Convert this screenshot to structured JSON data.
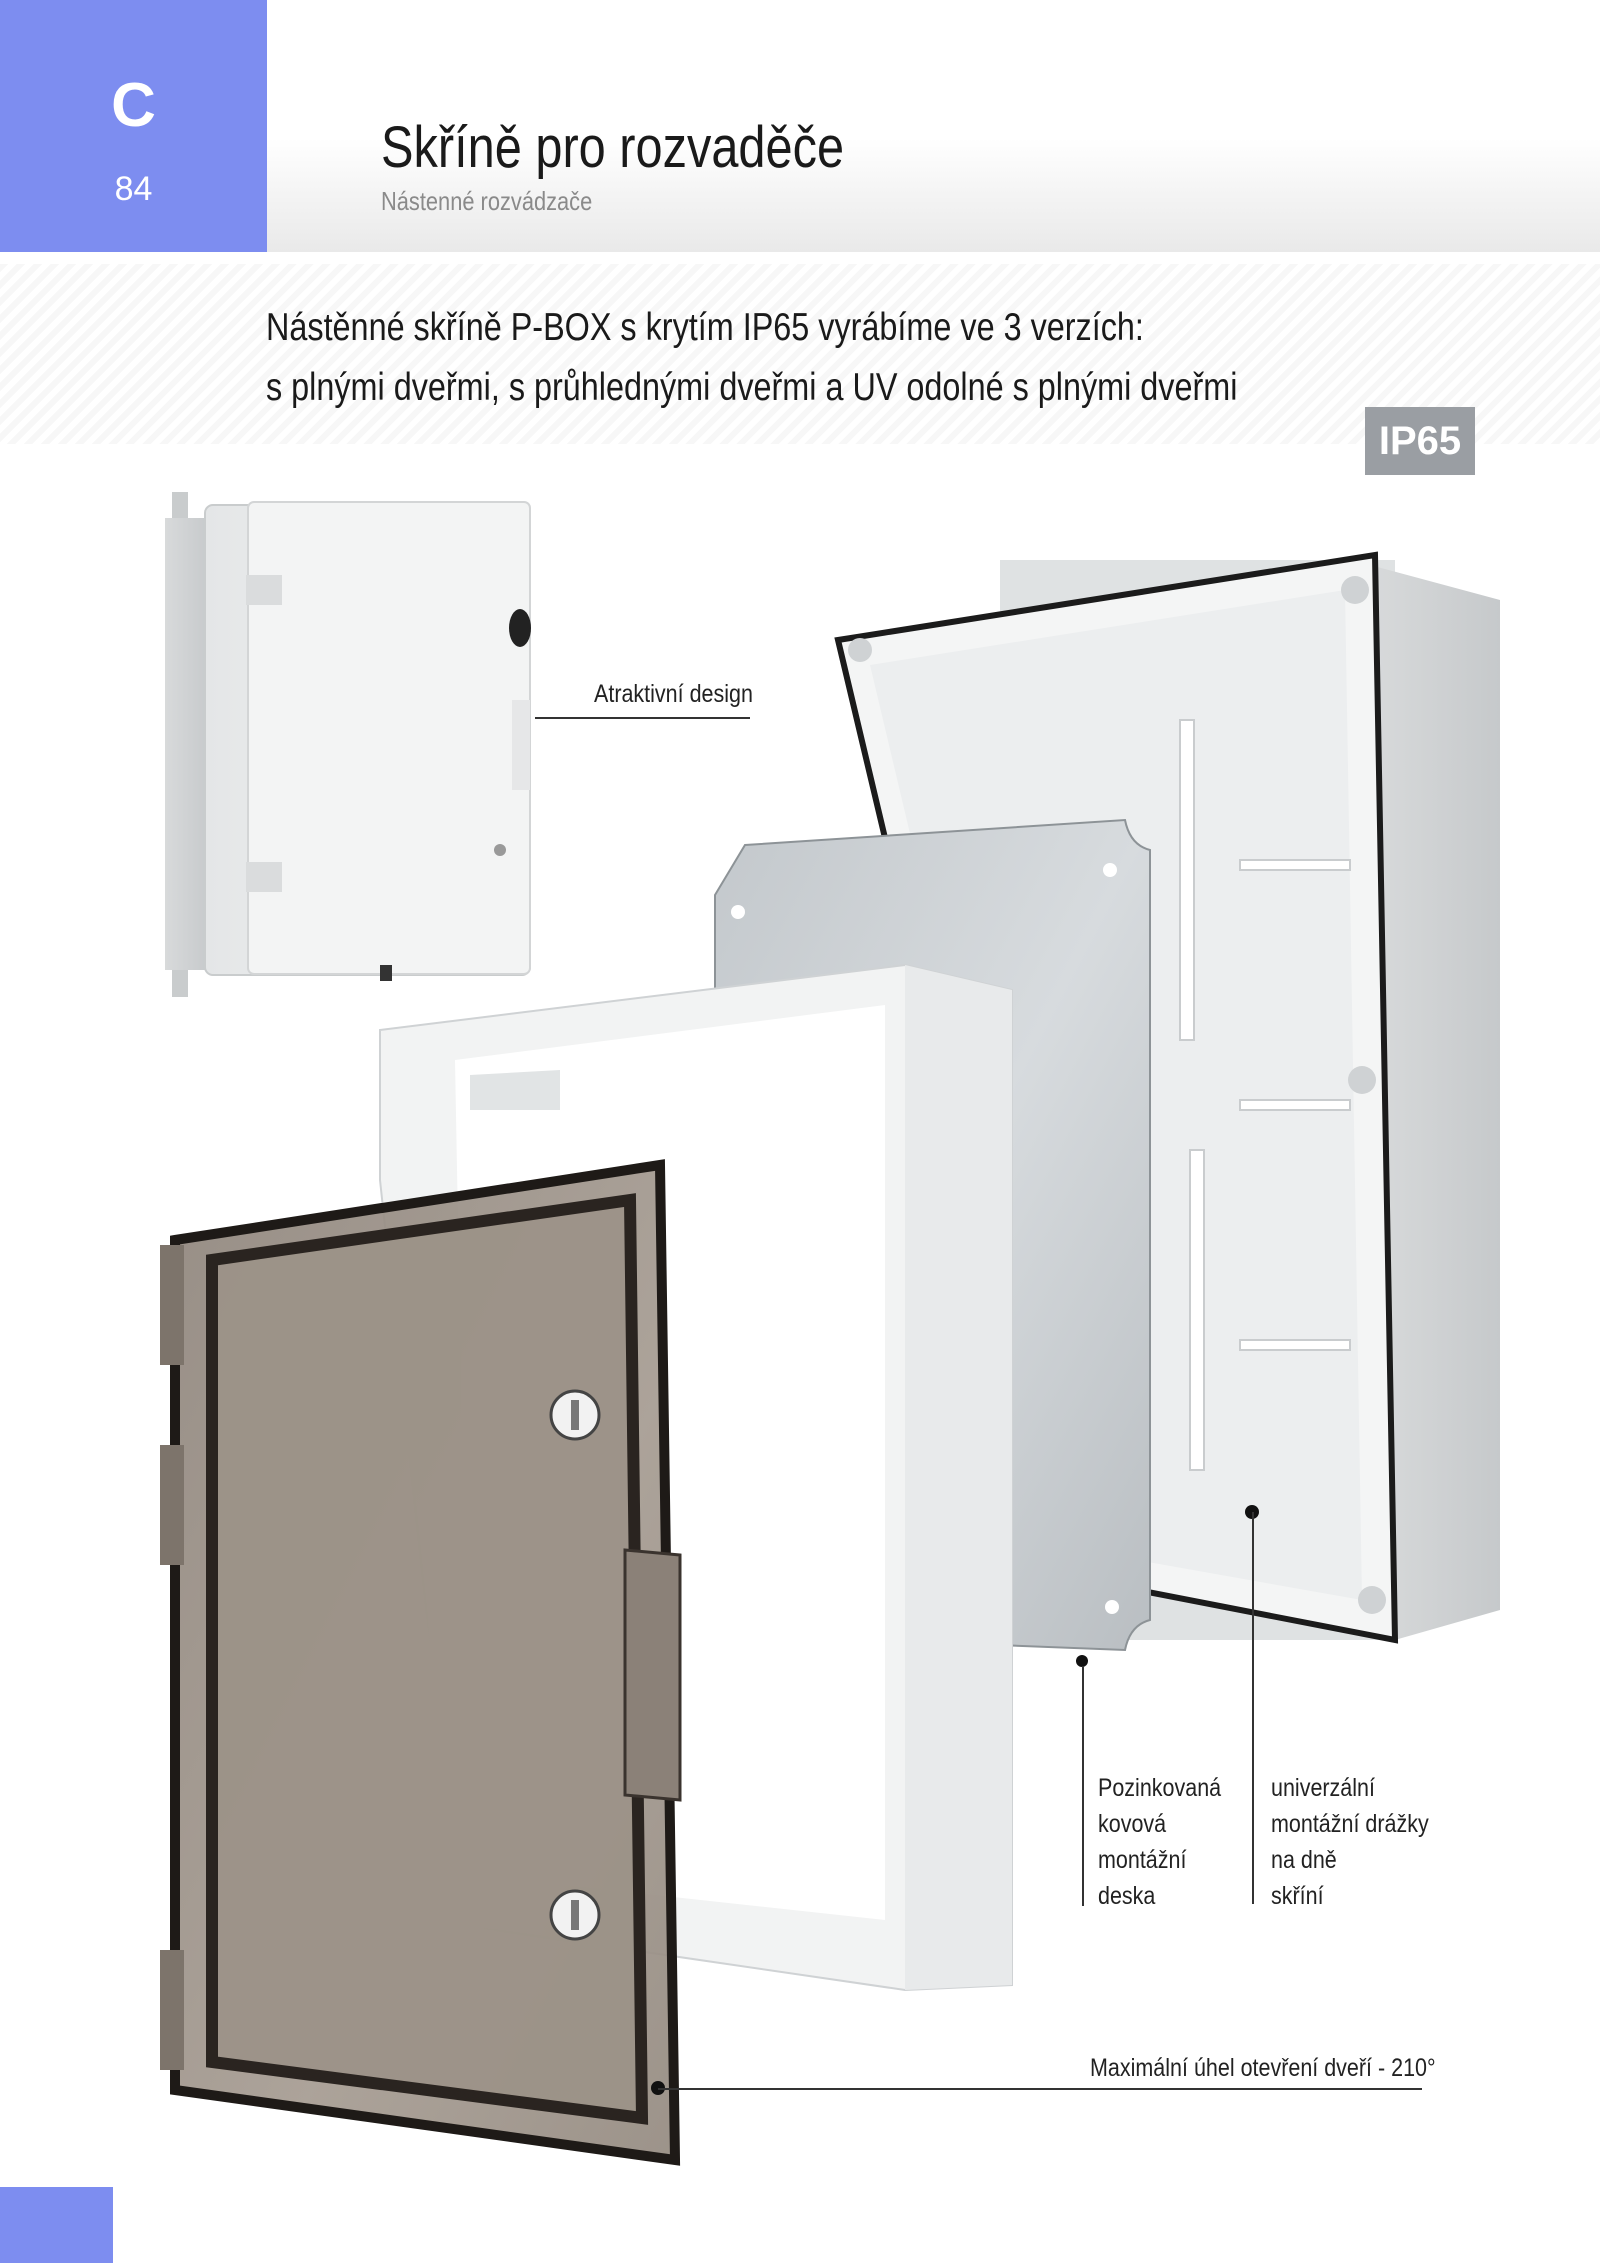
{
  "header": {
    "chapter_letter": "C",
    "page_number": "84",
    "title": "Skříně pro rozvaděče",
    "subtitle": "Nástenné rozvádzače"
  },
  "intro": {
    "line1": "Nástěnné skříně P-BOX s krytím IP65 vyrábíme ve 3 verzích:",
    "line2": "s plnými dveřmi, s průhlednými dveřmi a UV odolné s plnými dveřmi"
  },
  "badge": {
    "label": "IP65"
  },
  "callouts": {
    "design": "Atraktivní design",
    "plate": [
      "Pozinkovaná",
      "kovová",
      "montážní",
      "deska"
    ],
    "grooves": [
      "univerzální",
      "montážní drážky",
      "na dně",
      "skříní"
    ],
    "angle": "Maximální úhel otevření dveří - 210°"
  },
  "colors": {
    "accent": "#7d8df0",
    "badge": "#9a9ea3"
  }
}
